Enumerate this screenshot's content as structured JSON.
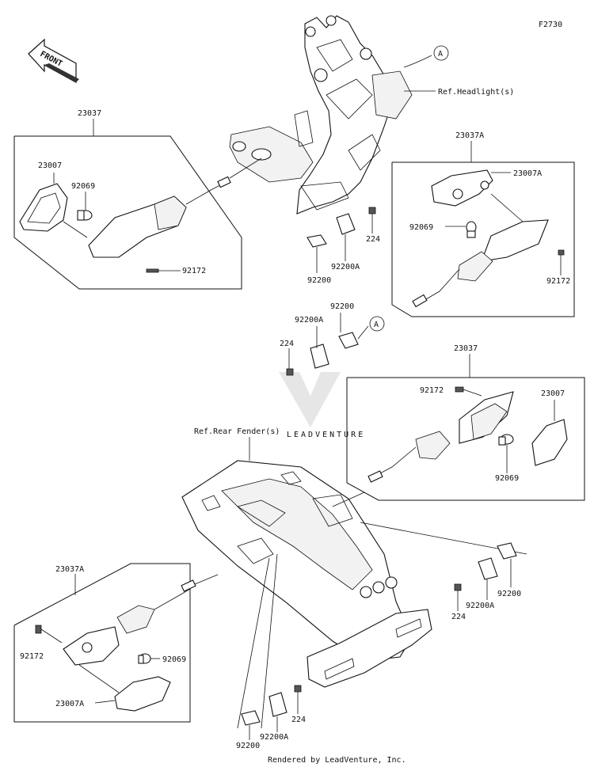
{
  "diagram_code": "F2730",
  "front_label": "FRONT",
  "watermark": "LEADVENTURE",
  "footer": "Rendered by LeadVenture, Inc.",
  "ref_labels": {
    "headlight": "Ref.Headlight(s)",
    "rear_fender": "Ref.Rear Fender(s)"
  },
  "connector_label": "A",
  "part_labels": {
    "p23037_top": "23037",
    "p23007_top": "23007",
    "p92069_top": "92069",
    "p92172_top": "92172",
    "p23037A_top": "23037A",
    "p23007A_top": "23007A",
    "p92069_tr": "92069",
    "p92172_tr": "92172",
    "p224_upper": "224",
    "p92200A_upper": "92200A",
    "p92200_upper": "92200",
    "p92200_mid": "92200",
    "p92200A_mid": "92200A",
    "p224_mid": "224",
    "p23037_mid": "23037",
    "p92172_mid": "92172",
    "p23007_mid": "23007",
    "p92069_mid": "92069",
    "p23037A_bot": "23037A",
    "p92172_bot": "92172",
    "p92069_bot": "92069",
    "p23007A_bot": "23007A",
    "p224_bot": "224",
    "p92200_bot": "92200",
    "p92200A_bot": "92200A",
    "p92200_rt": "92200",
    "p92200A_rt": "92200A",
    "p224_rt": "224"
  }
}
